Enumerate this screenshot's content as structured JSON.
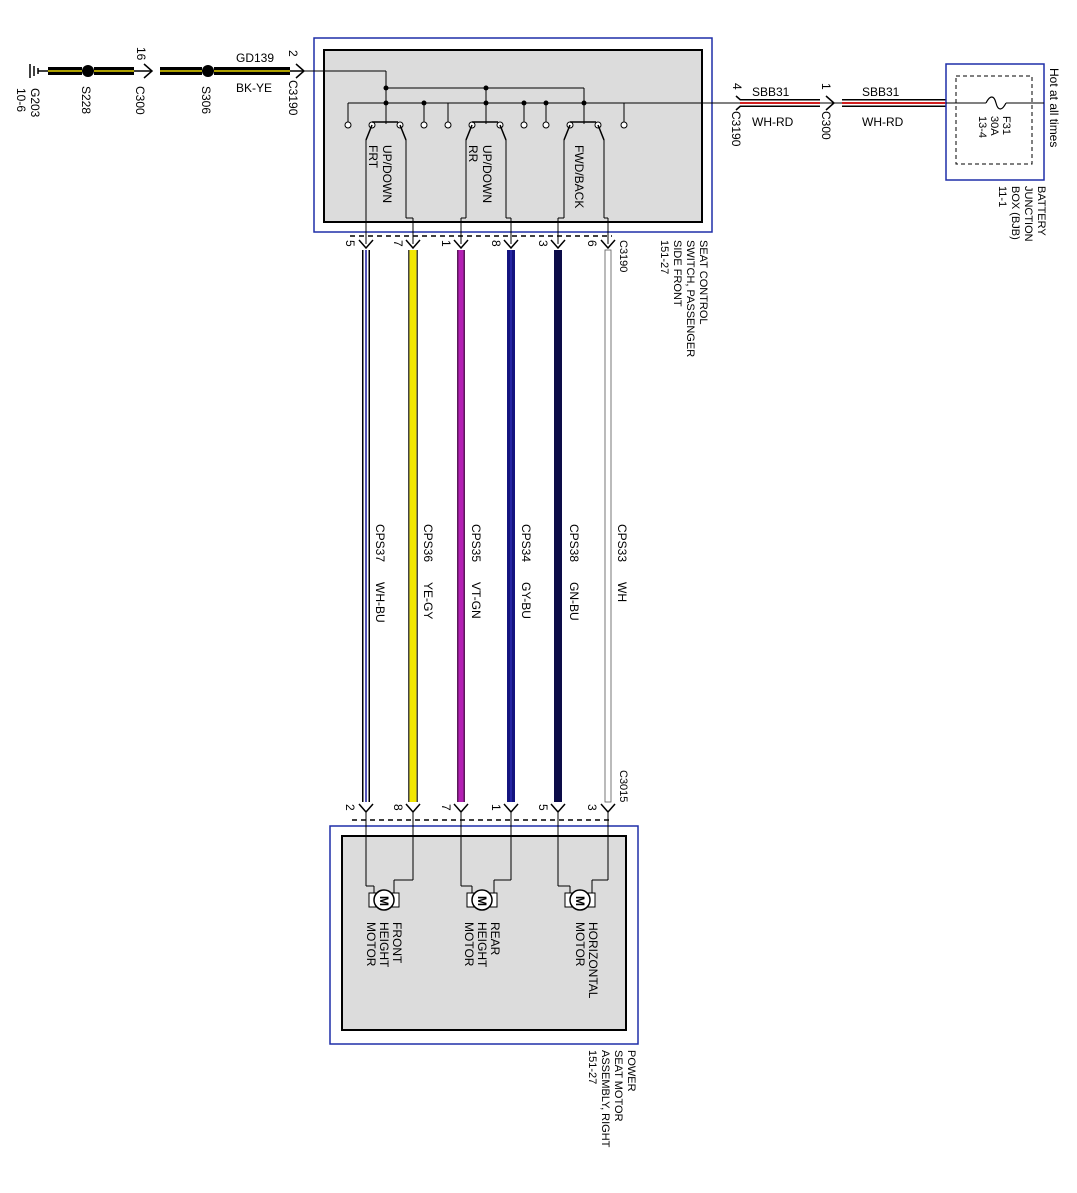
{
  "colors": {
    "frame": "#1f2fa8",
    "box_fill": "#dcdcdc",
    "power_red": "#d21f1f",
    "wh_bu": "#1c1c9e",
    "ye_gy": "#f2e600",
    "vt_gn": "#b41fb4",
    "gy_bu": "#141480",
    "gn_bu": "#0c0c48"
  },
  "ground": {
    "g203": "G203",
    "g203_ref": "10-6",
    "s228": "S228",
    "c300_pin": "16",
    "c300": "C300",
    "s306": "S306",
    "circuit": "GD139",
    "circuit_color": "BK-YE",
    "c3190_pin": "2",
    "c3190": "C3190"
  },
  "power": {
    "c3190_pin": "4",
    "c3190": "C3190",
    "c300_pin": "1",
    "c300": "C300",
    "circuit_left": "SBB31",
    "color_left": "WH-RD",
    "circuit_right": "SBB31",
    "color_right": "WH-RD",
    "hot_label": "Hot at all times"
  },
  "fuse": {
    "name": "F31",
    "rating": "30A",
    "ref": "13-4"
  },
  "bjb_label": [
    "BATTERY",
    "JUNCTION",
    "BOX (BJB)",
    "11-1"
  ],
  "switch": {
    "sw1": [
      "UP/DOWN",
      "FRT"
    ],
    "sw2": [
      "UP/DOWN",
      "RR"
    ],
    "sw3": [
      "FWD/BACK"
    ],
    "label": [
      "SEAT CONTROL",
      "SWITCH, PASSENGER",
      "SIDE FRONT",
      "151-27"
    ],
    "connector": "C3190"
  },
  "motor_assembly": {
    "connector": "C3015",
    "label": [
      "POWER",
      "SEAT MOTOR",
      "ASSEMBLY, RIGHT",
      "151-27"
    ],
    "motors": [
      {
        "symbol": "M",
        "name": [
          "FRONT",
          "HEIGHT",
          "MOTOR"
        ]
      },
      {
        "symbol": "M",
        "name": [
          "REAR",
          "HEIGHT",
          "MOTOR"
        ]
      },
      {
        "symbol": "M",
        "name": [
          "HORIZONTAL",
          "MOTOR"
        ]
      }
    ]
  },
  "wires": [
    {
      "top_pin": "5",
      "bottom_pin": "2",
      "circuit": "CPS37",
      "color_code": "WH-BU"
    },
    {
      "top_pin": "7",
      "bottom_pin": "8",
      "circuit": "CPS36",
      "color_code": "YE-GY"
    },
    {
      "top_pin": "1",
      "bottom_pin": "7",
      "circuit": "CPS35",
      "color_code": "VT-GN"
    },
    {
      "top_pin": "8",
      "bottom_pin": "1",
      "circuit": "CPS34",
      "color_code": "GY-BU"
    },
    {
      "top_pin": "3",
      "bottom_pin": "5",
      "circuit": "CPS38",
      "color_code": "GN-BU"
    },
    {
      "top_pin": "6",
      "bottom_pin": "3",
      "circuit": "CPS33",
      "color_code": "WH"
    }
  ]
}
